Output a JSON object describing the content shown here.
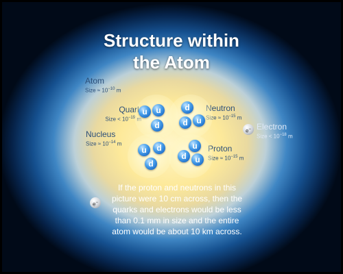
{
  "title_line1": "Structure within",
  "title_line2": "the Atom",
  "atom": {
    "name": "Atom",
    "size_prefix": "Size ≈ 10",
    "size_exp": "−10",
    "size_unit": " m"
  },
  "quark": {
    "name": "Quark",
    "size_prefix": "Size < 10",
    "size_exp": "−19",
    "size_unit": " m"
  },
  "nucleus": {
    "name": "Nucleus",
    "size_prefix": "Size ≈ 10",
    "size_exp": "−14",
    "size_unit": " m"
  },
  "neutron": {
    "name": "Neutron",
    "size_prefix": "Size ≈ 10",
    "size_exp": "−15",
    "size_unit": " m"
  },
  "electron": {
    "name": "Electron",
    "size_prefix": "Size < 10",
    "size_exp": "−18",
    "size_unit": " m"
  },
  "proton": {
    "name": "Proton",
    "size_prefix": "Size ≈ 10",
    "size_exp": "−15",
    "size_unit": " m"
  },
  "electron_symbol": "e",
  "electron_charge": "−",
  "quark_up": "u",
  "quark_down": "d",
  "note": "If the proton and neutrons in this picture were 10 cm across, then the quarks and electrons would be less than 0.1 mm in size and the entire atom would be about 10 km across.",
  "colors": {
    "quark_blue": "#1e7be0",
    "label_blue": "#2c4f79",
    "nucleus_glow": "#fff6c8"
  }
}
